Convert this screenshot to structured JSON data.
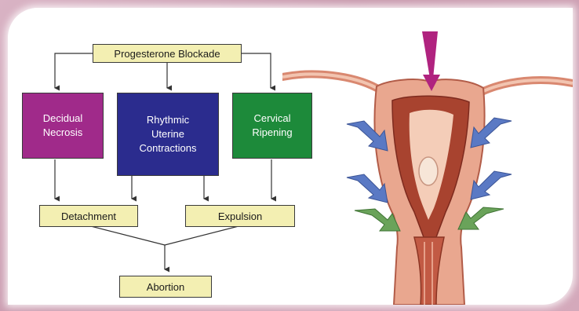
{
  "diagram": {
    "top_node": "Progesterone Blockade",
    "mechanisms": [
      {
        "line1": "Decidual",
        "line2": "Necrosis",
        "line3": ""
      },
      {
        "line1": "Rhythmic",
        "line2": "Uterine",
        "line3": "Contractions"
      },
      {
        "line1": "Cervical",
        "line2": "Ripening",
        "line3": ""
      }
    ],
    "outcomes": [
      "Detachment",
      "Expulsion"
    ],
    "result": "Abortion"
  },
  "colors": {
    "decidual": "#a02a8a",
    "rhythmic": "#2b2c8e",
    "cervical": "#1d8a3a",
    "node_fill": "#f3efb2",
    "background": "#d9b3c4"
  },
  "illustration": {
    "icon": "uterus-cross-section-illustration"
  }
}
